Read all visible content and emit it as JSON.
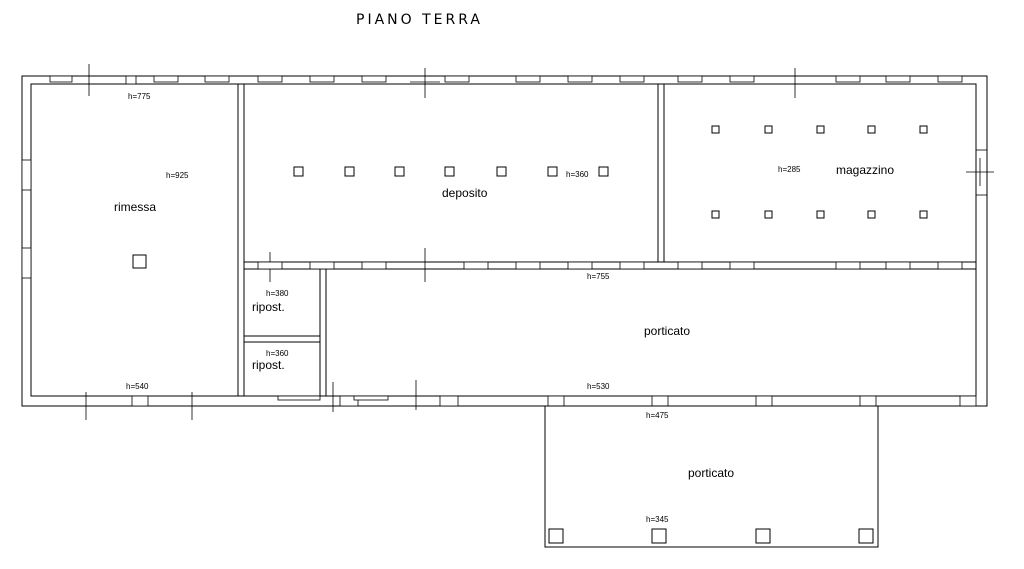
{
  "title": "PIANO TERRA",
  "rooms": {
    "rimessa": "rimessa",
    "deposito": "deposito",
    "magazzino": "magazzino",
    "ripost_1": "ripost.",
    "ripost_2": "ripost.",
    "porticato_1": "porticato",
    "porticato_2": "porticato"
  },
  "heights": {
    "h775": "h=775",
    "h925": "h=925",
    "h540": "h=540",
    "h360_deposito": "h=360",
    "h285": "h=285",
    "h380": "h=380",
    "h360_ripost": "h=360",
    "h755": "h=755",
    "h530": "h=530",
    "h475": "h=475",
    "h345": "h=345"
  }
}
